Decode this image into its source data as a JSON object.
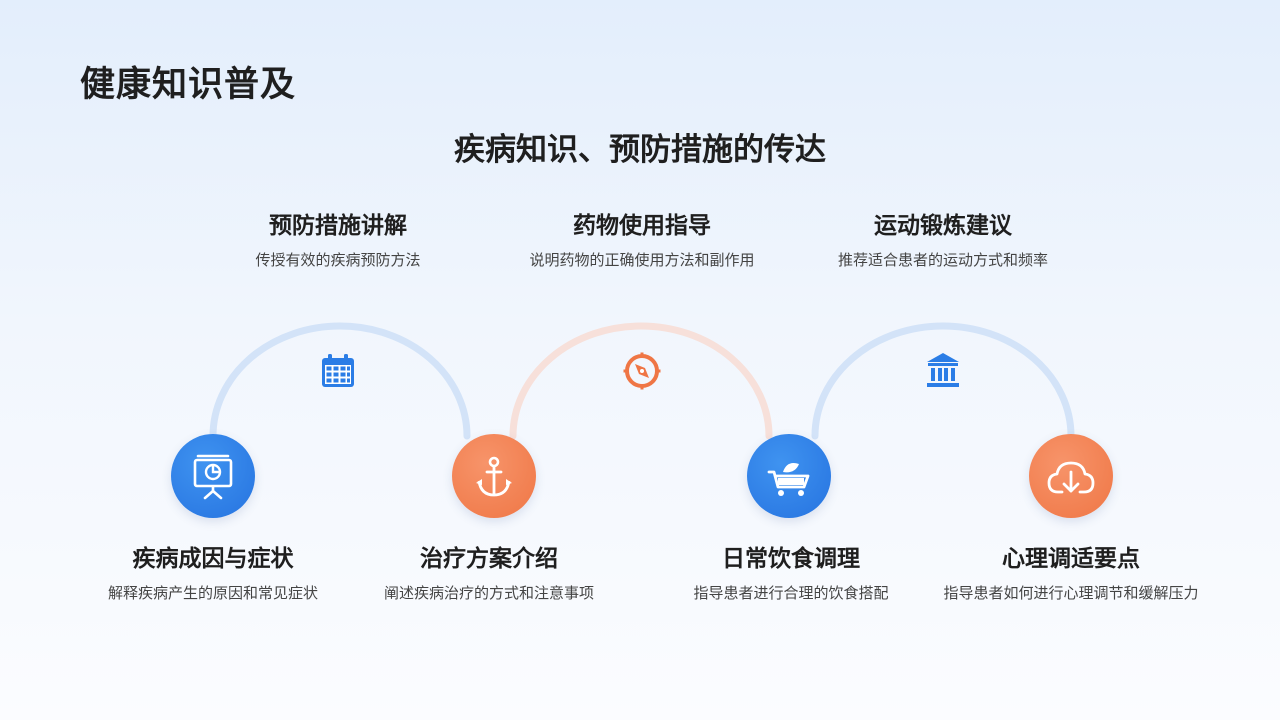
{
  "header": {
    "title": "健康知识普及",
    "subtitle": "疾病知识、预防措施的传达"
  },
  "top_items": [
    {
      "title": "预防措施讲解",
      "desc": "传授有效的疾病预防方法"
    },
    {
      "title": "药物使用指导",
      "desc": "说明药物的正确使用方法和副作用"
    },
    {
      "title": "运动锻炼建议",
      "desc": "推荐适合患者的运动方式和频率"
    }
  ],
  "bottom_items": [
    {
      "title": "疾病成因与症状",
      "desc": "解释疾病产生的原因和常见症状"
    },
    {
      "title": "治疗方案介绍",
      "desc": "阐述疾病治疗的方式和注意事项"
    },
    {
      "title": "日常饮食调理",
      "desc": "指导患者进行合理的饮食搭配"
    },
    {
      "title": "心理调适要点",
      "desc": "指导患者如何进行心理调节和缓解压力"
    }
  ],
  "arc_icons": [
    "calendar-icon",
    "compass-icon",
    "bank-icon"
  ],
  "node_icons": [
    "presentation-board-icon",
    "anchor-icon",
    "shopping-cart-icon",
    "cloud-download-icon"
  ],
  "colors": {
    "blue": "#2673e0",
    "orange": "#ef7645",
    "arc_blue": "#d3e3f8",
    "arc_orange": "#f7e0da"
  }
}
